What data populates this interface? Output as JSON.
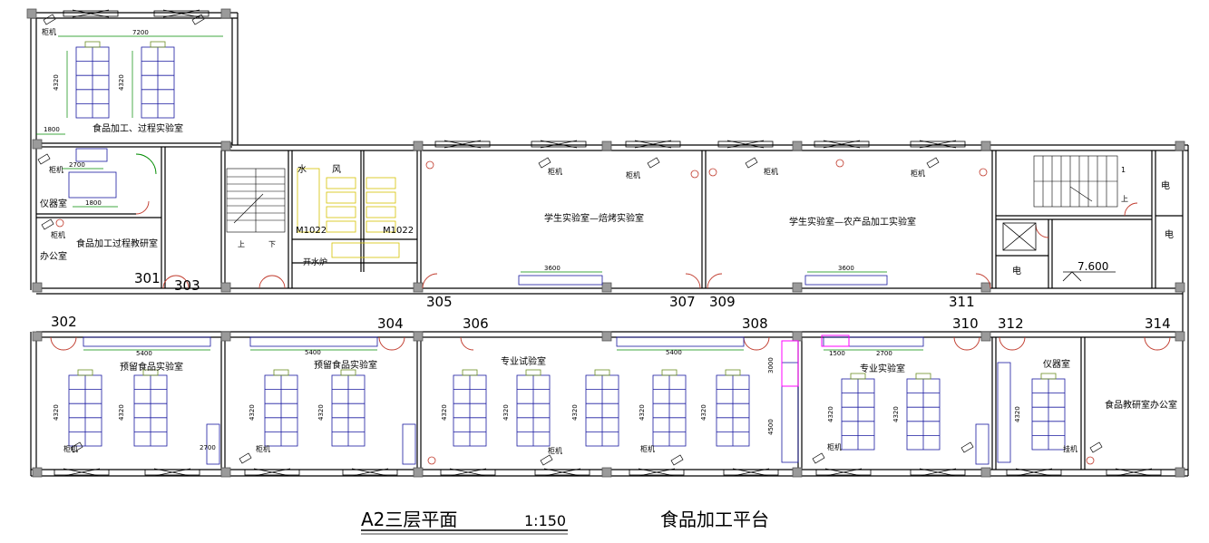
{
  "title": {
    "main": "A2三层平面",
    "scale": "1:150",
    "subtitle": "食品加工平台"
  },
  "rooms": {
    "r_food_process_lab": "食品加工、过程实验室",
    "r_instrument": "仪器室",
    "r_office": "办公室",
    "r_food_research": "食品加工过程教研室",
    "r_water": "水",
    "r_wind": "风",
    "r_boiler": "开水炉",
    "r_baking": "学生实验室—焙烤实验室",
    "r_agri": "学生实验室—农产品加工实验室",
    "r_retain1": "预留食品实验室",
    "r_retain2": "预留食品实验室",
    "r_pro_test": "专业试验室",
    "r_pro_lab": "专业实验室",
    "r_instrument2": "仪器室",
    "r_food_teach_office": "食品教研室办公室",
    "r_elec1": "电",
    "r_elec2": "电",
    "r_elec3": "电",
    "r_up": "上",
    "r_down": "下",
    "r_up2": "上",
    "r_one": "1"
  },
  "doors": {
    "d_m1022a": "M1022",
    "d_m1022b": "M1022"
  },
  "room_numbers": [
    "301",
    "303",
    "305",
    "307",
    "309",
    "311",
    "302",
    "304",
    "306",
    "308",
    "310",
    "312",
    "314"
  ],
  "level": "7.600",
  "equipment": {
    "cabinet": "柜机",
    "hanger": "挂机"
  },
  "dimensions": {
    "d7200": "7200",
    "d1800": "1800",
    "d2700a": "2700",
    "d1800b": "1800",
    "d4320": "4320",
    "d3600a": "3600",
    "d3600b": "3600",
    "d5400a": "5400",
    "d5400b": "5400",
    "d5400c": "5400",
    "d1500": "1500",
    "d2700b": "2700",
    "d3000": "3000",
    "d4500": "4500",
    "d2700c": "2700"
  },
  "colors": {
    "wall": "#000000",
    "column": "#7a7a7a",
    "column_fill": "#b3b3b3",
    "bench": "#1a1aa0",
    "sink": "#6b8e23",
    "door": "#c0392b",
    "dimension": "#008b00",
    "cabinet_pink": "#ff00ff",
    "yellow": "#d6c200",
    "purple": "#800080"
  }
}
